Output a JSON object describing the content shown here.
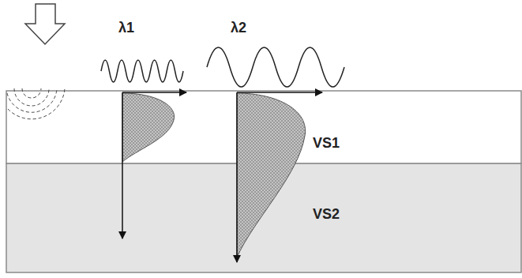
{
  "diagram": {
    "labels": [
      "λ1",
      "λ2",
      "VS1",
      "VS2"
    ]
  }
}
